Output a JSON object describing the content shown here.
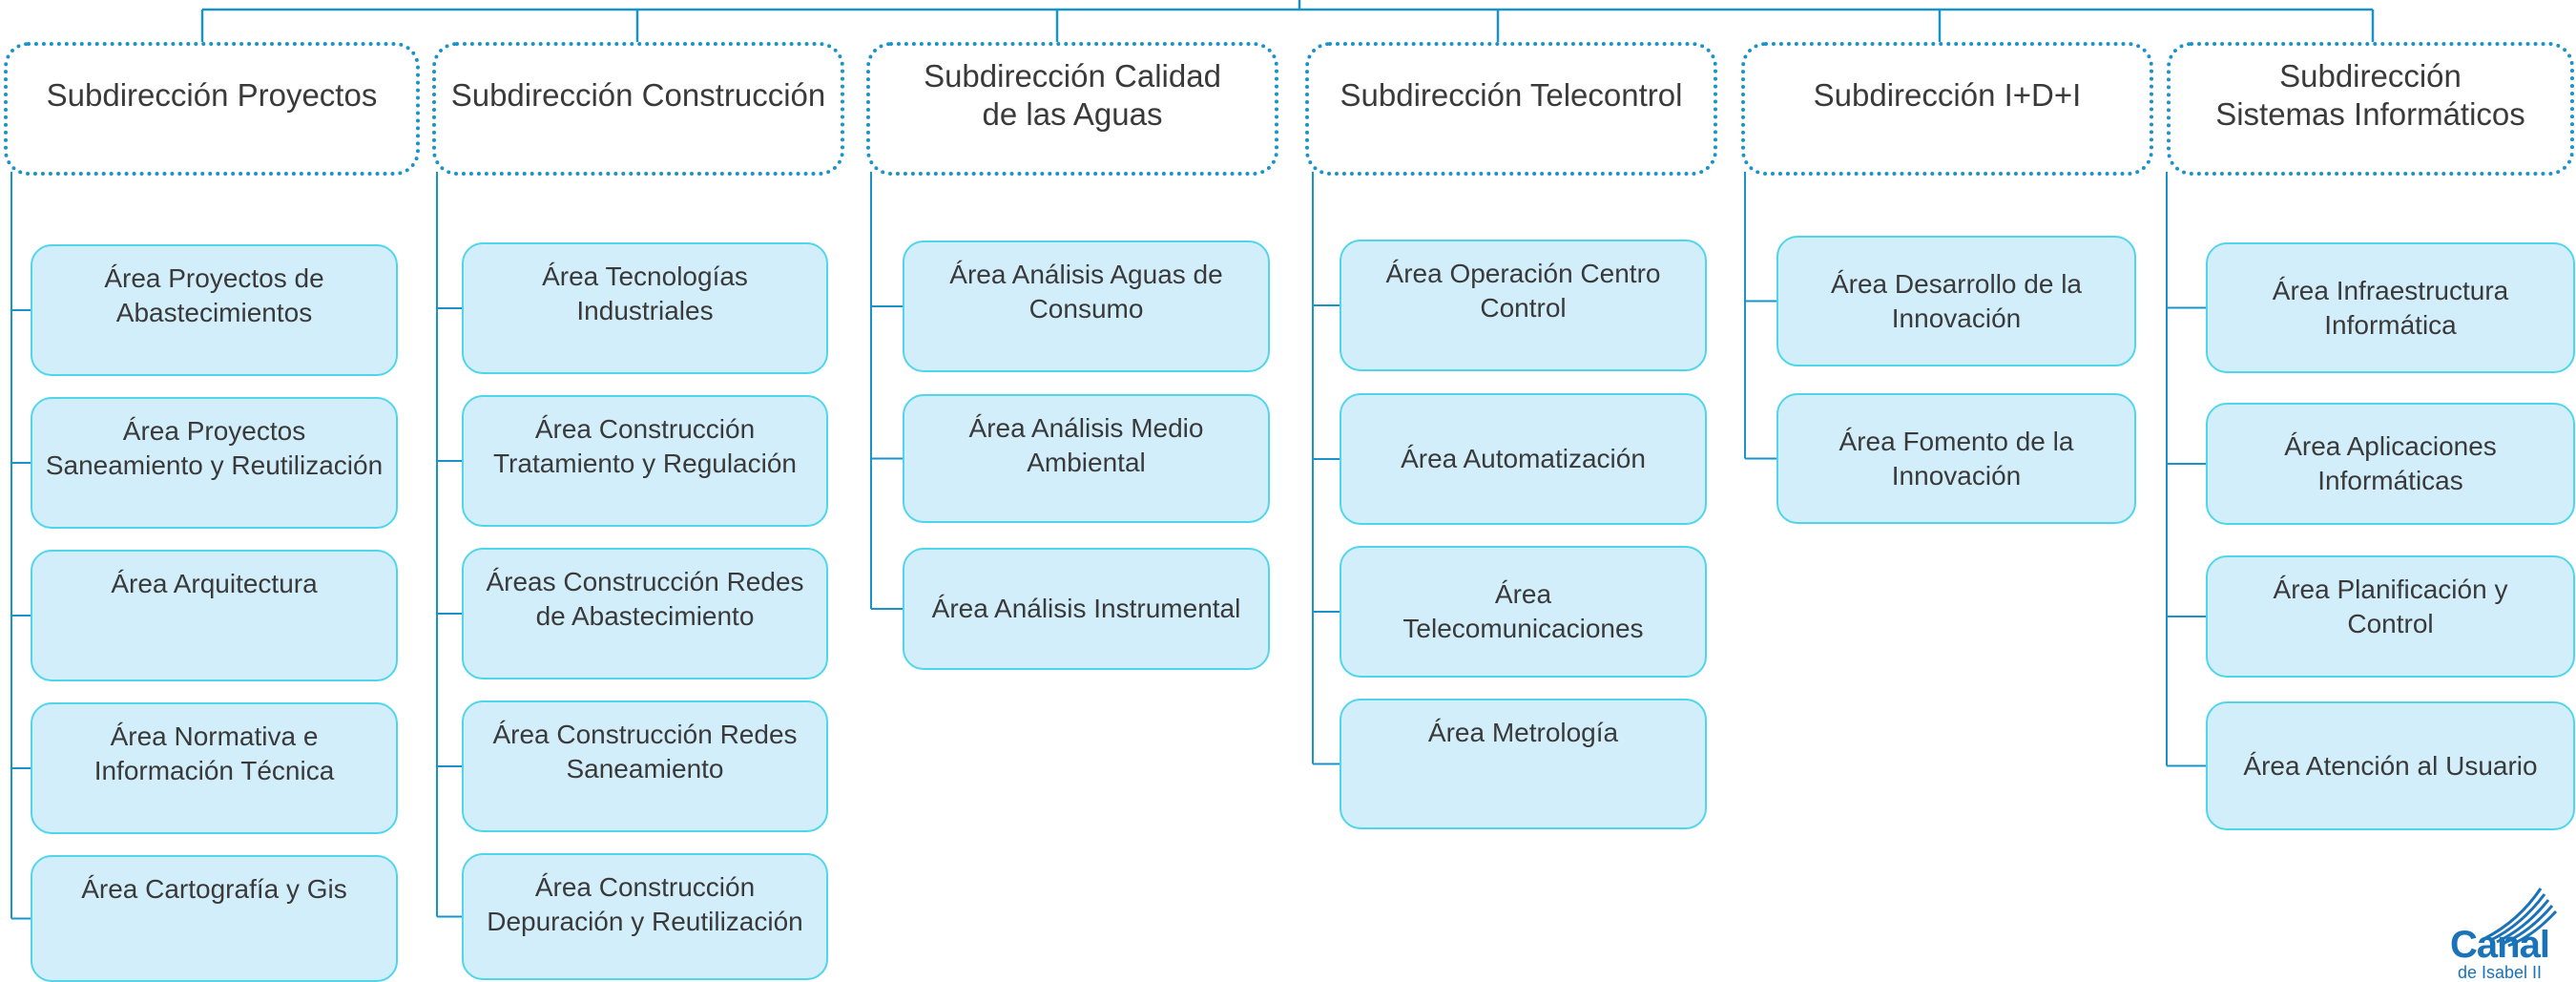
{
  "colors": {
    "connector": "#1a93c9",
    "head_border": "#1a93c9",
    "area_border": "#4fd6ea",
    "area_fill": "#d3eefb",
    "logo": "#1a73b8"
  },
  "subdirecciones": [
    {
      "title": [
        "Subdirección Proyectos"
      ],
      "areas": [
        [
          "Área Proyectos de",
          "Abastecimientos"
        ],
        [
          "Área Proyectos",
          "Saneamiento y Reutilización"
        ],
        [
          "Área Arquitectura"
        ],
        [
          "Área Normativa e",
          "Información Técnica"
        ],
        [
          "Área Cartografía y Gis"
        ]
      ]
    },
    {
      "title": [
        "Subdirección Construcción"
      ],
      "areas": [
        [
          "Área Tecnologías",
          "Industriales"
        ],
        [
          "Área Construcción",
          "Tratamiento y Regulación"
        ],
        [
          "Áreas Construcción Redes",
          "de Abastecimiento"
        ],
        [
          "Área Construcción Redes",
          "Saneamiento"
        ],
        [
          "Área Construcción",
          "Depuración y Reutilización"
        ]
      ]
    },
    {
      "title": [
        "Subdirección Calidad",
        "de las Aguas"
      ],
      "areas": [
        [
          "Área Análisis Aguas de",
          "Consumo"
        ],
        [
          "Área Análisis Medio",
          "Ambiental"
        ],
        [
          "Área Análisis Instrumental"
        ]
      ]
    },
    {
      "title": [
        "Subdirección Telecontrol"
      ],
      "areas": [
        [
          "Área Operación Centro",
          "Control"
        ],
        [
          "Área Automatización"
        ],
        [
          "Área",
          "Telecomunicaciones"
        ],
        [
          "Área Metrología"
        ]
      ]
    },
    {
      "title": [
        "Subdirección I+D+I"
      ],
      "areas": [
        [
          "Área Desarrollo de la",
          "Innovación"
        ],
        [
          "Área Fomento de la",
          "Innovación"
        ]
      ]
    },
    {
      "title": [
        "Subdirección",
        "Sistemas Informáticos"
      ],
      "areas": [
        [
          "Área Infraestructura",
          "Informática"
        ],
        [
          "Área Aplicaciones",
          "Informáticas"
        ],
        [
          "Área Planificación y",
          "Control"
        ],
        [
          "Área Atención al Usuario"
        ]
      ]
    }
  ],
  "logo": {
    "name": "Canal",
    "subtitle": "de Isabel II"
  }
}
